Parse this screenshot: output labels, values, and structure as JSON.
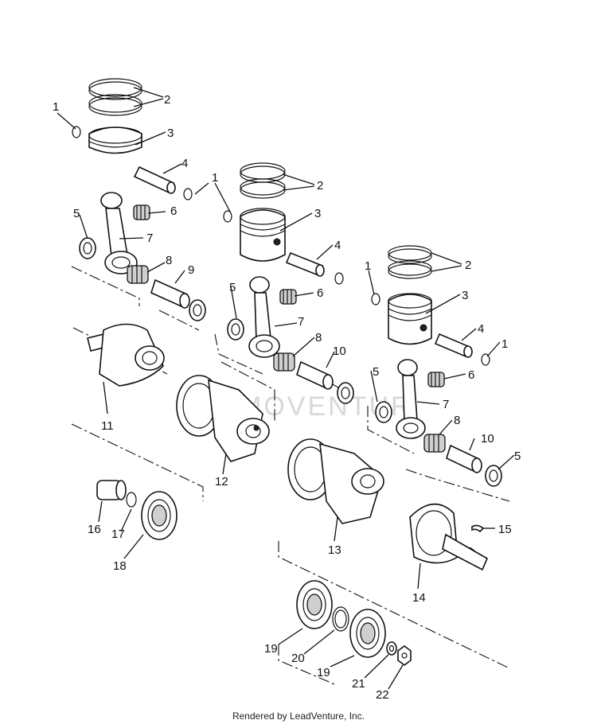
{
  "footer": "Rendered by LeadVenture, Inc.",
  "watermark": "MOVENTUR",
  "callouts": {
    "c1a": "1",
    "c2a": "2",
    "c3a": "3",
    "c4a": "4",
    "c5a": "5",
    "c6a": "6",
    "c7a": "7",
    "c8a": "8",
    "c9a": "9",
    "c1b": "1",
    "c2b": "2",
    "c3b": "3",
    "c4b": "4",
    "c5b": "5",
    "c6b": "6",
    "c7b": "7",
    "c8b": "8",
    "c10b": "10",
    "c1c": "1",
    "c2c": "2",
    "c3c": "3",
    "c4c": "4",
    "c5c": "5",
    "c6c": "6",
    "c7c": "7",
    "c8c": "8",
    "c10c": "10",
    "c5d": "5",
    "c11": "11",
    "c12": "12",
    "c13": "13",
    "c14": "14",
    "c15": "15",
    "c16": "16",
    "c17": "17",
    "c18": "18",
    "c19a": "19",
    "c19b": "19",
    "c20": "20",
    "c21": "21",
    "c22": "22"
  }
}
